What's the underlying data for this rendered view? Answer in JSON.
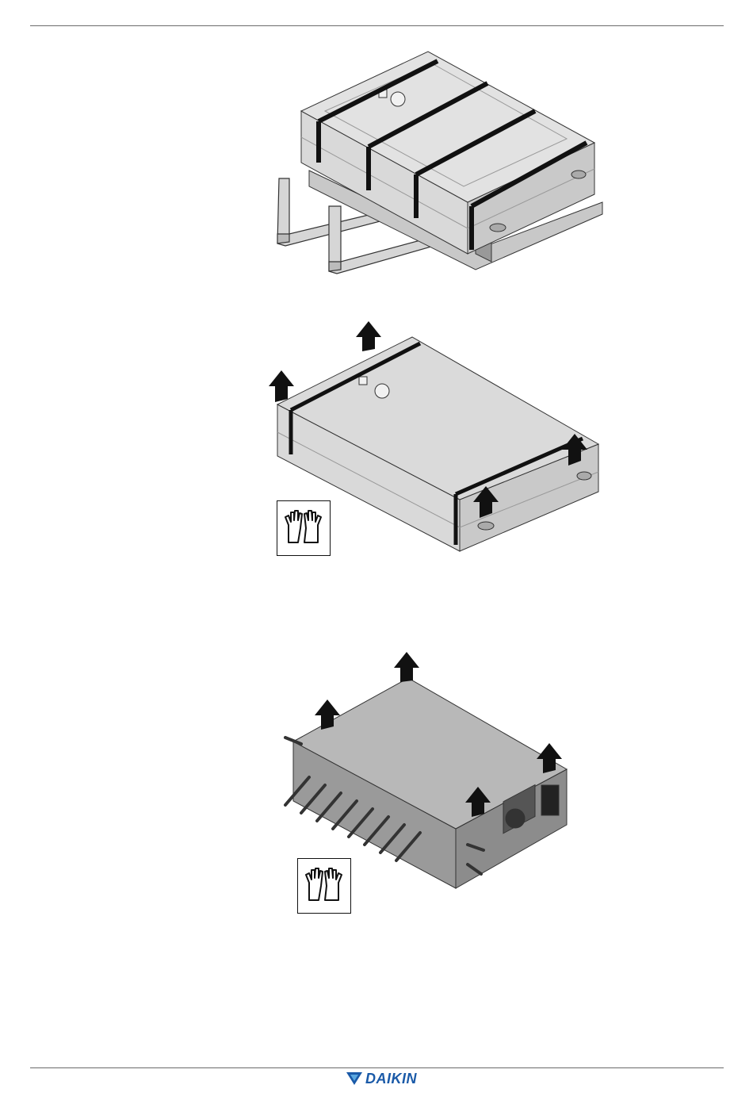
{
  "brand": {
    "name": "DAIKIN",
    "color": "#1a5aa8",
    "icon": "daikin-delta-logo-icon"
  },
  "figures": [
    {
      "name": "packed-unit-on-pallet-with-forklift",
      "icon": "forklift-pallet-illustration"
    },
    {
      "name": "remove-straps-and-top-cover",
      "icon": "lift-arrow-icon",
      "note_icon": "gloves-icon"
    },
    {
      "name": "remove-unit-top-panel",
      "icon": "lift-arrow-icon",
      "note_icon": "gloves-icon"
    }
  ],
  "colors": {
    "carton": "#d9d9d9",
    "carton_dark": "#bdbdbd",
    "strap": "#111111",
    "unit_metal": "#9a9a9a",
    "unit_top": "#b8b8b8"
  }
}
